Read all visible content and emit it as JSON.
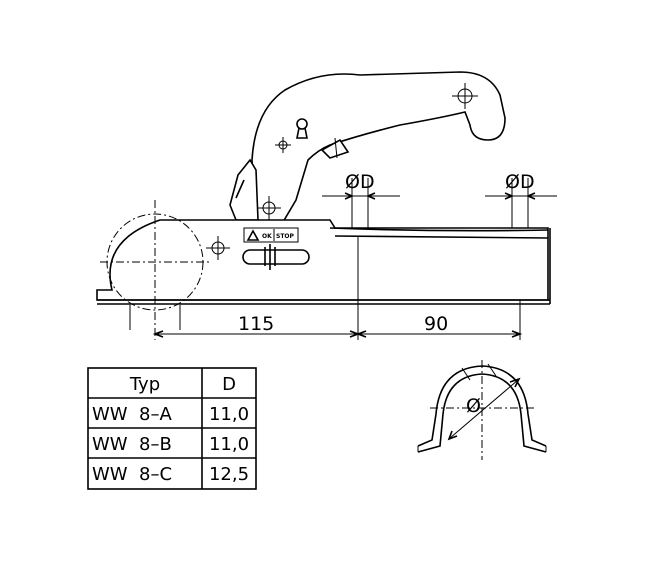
{
  "dimensions": {
    "length_a": "115",
    "length_b": "90",
    "diameter_label_1": "ØD",
    "diameter_label_2": "ØD",
    "section_label": "Ø"
  },
  "warning_label": {
    "ok": "OK",
    "stop": "STOP"
  },
  "table": {
    "headers": [
      "Typ",
      "D"
    ],
    "rows": [
      [
        "WW  8–A",
        "11,0"
      ],
      [
        "WW  8–B",
        "11,0"
      ],
      [
        "WW  8–C",
        "12,5"
      ]
    ]
  }
}
